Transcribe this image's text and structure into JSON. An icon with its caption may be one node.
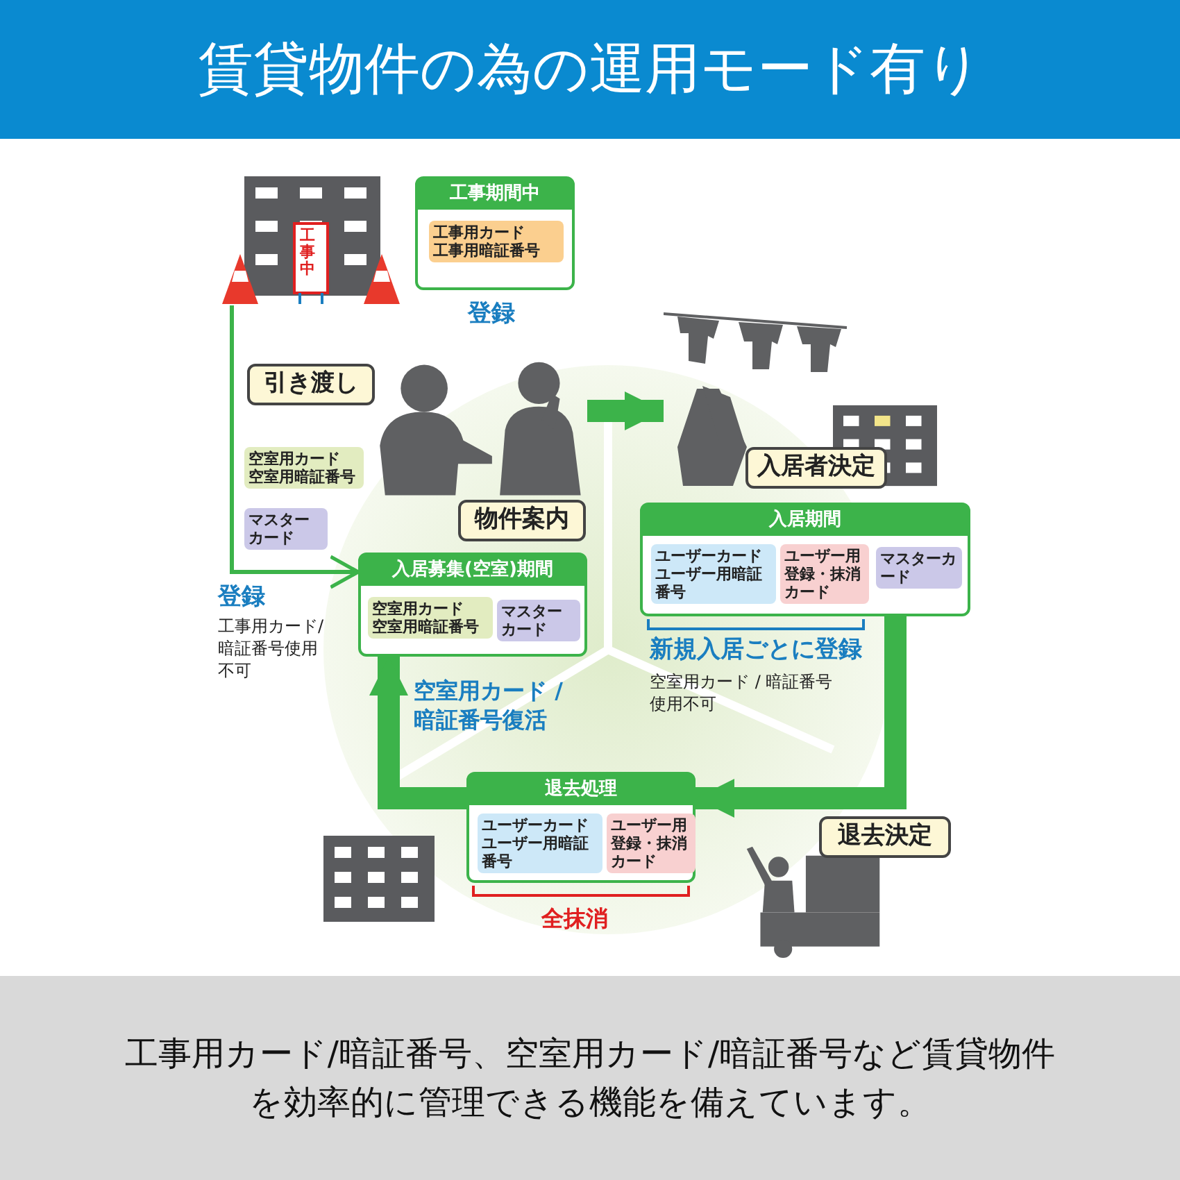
{
  "diagram": {
    "title": "賃貸物件の為の運用モード有り",
    "caption": "工事用カード/暗証番号、空室用カード/暗証番号など賃貸物件を効率的に管理できる機能を備えています。",
    "nodes": [
      {
        "text": [],
        "shape": "picture"
      },
      {
        "text": [
          "工事期間中"
        ],
        "beside": [
          "登録"
        ]
      },
      {
        "text": [
          "工事用カード",
          "工事用暗証番号"
        ],
        "in": 1
      },
      {
        "text": [
          "引き渡し"
        ]
      },
      {
        "text": [
          "空室用カード",
          "空室用暗証番号"
        ]
      },
      {
        "text": [
          "マスターカード"
        ]
      },
      {
        "text": [],
        "shape": "picture"
      },
      {
        "text": [
          "物件案内"
        ]
      },
      {
        "text": [
          "入居募集(空室)期間"
        ]
      },
      {
        "text": [
          "空室用カード",
          "空室用暗証番号"
        ],
        "in": 8
      },
      {
        "text": [
          "マスターカード"
        ],
        "in": 8
      },
      {
        "text": [],
        "shape": "picture"
      },
      {
        "text": [
          "入居者決定"
        ]
      },
      {
        "text": [
          "入居期間"
        ]
      },
      {
        "text": [
          "ユーザーカード",
          "ユーザー用暗証番号"
        ],
        "in": 13
      },
      {
        "text": [
          "ユーザー用登録・抹消カード"
        ],
        "in": 13
      },
      {
        "text": [
          "マスターカード"
        ],
        "in": 13
      },
      {
        "text": [
          "退去決定"
        ]
      },
      {
        "text": [
          "退去処理"
        ]
      },
      {
        "text": [
          "ユーザーカード",
          "ユーザー用暗証番号"
        ],
        "in": 18
      },
      {
        "text": [
          "ユーザー用登録・抹消カード"
        ],
        "in": 18
      }
    ],
    "edges": [
      {
        "from": 0,
        "to": 8,
        "arrow": "to"
      },
      {
        "from": 6,
        "to": 11,
        "arrow": "to"
      },
      {
        "from": 13,
        "to": 18,
        "arrow": "to"
      },
      {
        "from": 18,
        "to": 8,
        "arrow": "to",
        "label": "空室用カード / 暗証番号復活"
      }
    ],
    "labels": [
      "工事中",
      "登録",
      "工事用カード/暗証番号使用不可",
      "新規入居ごとに登録",
      "空室用カード / 暗証番号使用不可",
      "全抹消"
    ]
  }
}
